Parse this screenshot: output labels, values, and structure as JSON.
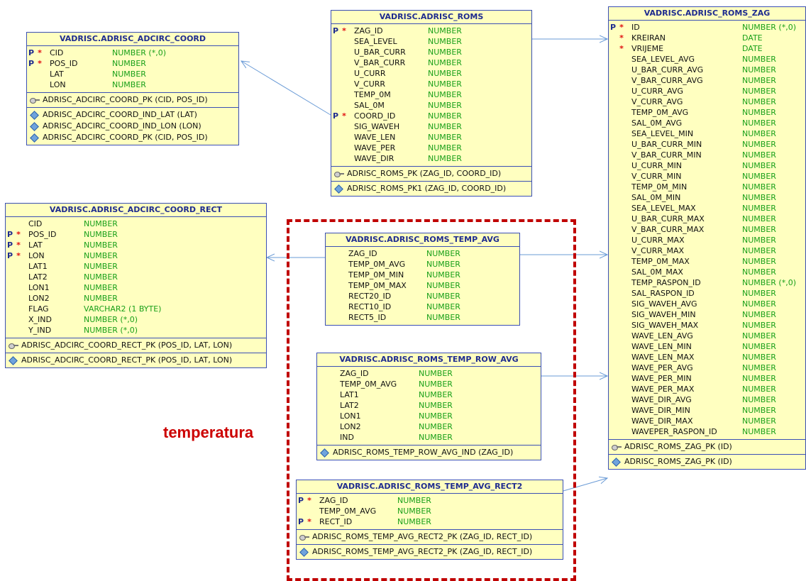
{
  "annotation": {
    "label": "temperatura"
  },
  "tables": [
    {
      "title": "VADRISC.ADRISC_ADCIRC_COORD",
      "columns": [
        {
          "pk": "P",
          "nn": "*",
          "name": "CID",
          "type": "NUMBER (*,0)"
        },
        {
          "pk": "P",
          "nn": "*",
          "name": "POS_ID",
          "type": "NUMBER"
        },
        {
          "pk": "",
          "nn": "",
          "name": "LAT",
          "type": "NUMBER"
        },
        {
          "pk": "",
          "nn": "",
          "name": "LON",
          "type": "NUMBER"
        }
      ],
      "keys": [
        "ADRISC_ADCIRC_COORD_PK (CID, POS_ID)"
      ],
      "indexes": [
        "ADRISC_ADCIRC_COORD_IND_LAT (LAT)",
        "ADRISC_ADCIRC_COORD_IND_LON (LON)",
        "ADRISC_ADCIRC_COORD_PK (CID, POS_ID)"
      ]
    },
    {
      "title": "VADRISC.ADRISC_ROMS",
      "columns": [
        {
          "pk": "P",
          "nn": "*",
          "name": "ZAG_ID",
          "type": "NUMBER"
        },
        {
          "pk": "",
          "nn": "",
          "name": "SEA_LEVEL",
          "type": "NUMBER"
        },
        {
          "pk": "",
          "nn": "",
          "name": "U_BAR_CURR",
          "type": "NUMBER"
        },
        {
          "pk": "",
          "nn": "",
          "name": "V_BAR_CURR",
          "type": "NUMBER"
        },
        {
          "pk": "",
          "nn": "",
          "name": "U_CURR",
          "type": "NUMBER"
        },
        {
          "pk": "",
          "nn": "",
          "name": "V_CURR",
          "type": "NUMBER"
        },
        {
          "pk": "",
          "nn": "",
          "name": "TEMP_0M",
          "type": "NUMBER"
        },
        {
          "pk": "",
          "nn": "",
          "name": "SAL_0M",
          "type": "NUMBER"
        },
        {
          "pk": "P",
          "nn": "*",
          "name": "COORD_ID",
          "type": "NUMBER"
        },
        {
          "pk": "",
          "nn": "",
          "name": "SIG_WAVEH",
          "type": "NUMBER"
        },
        {
          "pk": "",
          "nn": "",
          "name": "WAVE_LEN",
          "type": "NUMBER"
        },
        {
          "pk": "",
          "nn": "",
          "name": "WAVE_PER",
          "type": "NUMBER"
        },
        {
          "pk": "",
          "nn": "",
          "name": "WAVE_DIR",
          "type": "NUMBER"
        }
      ],
      "keys": [
        "ADRISC_ROMS_PK (ZAG_ID, COORD_ID)"
      ],
      "indexes": [
        "ADRISC_ROMS_PK1 (ZAG_ID, COORD_ID)"
      ]
    },
    {
      "title": "VADRISC.ADRISC_ROMS_ZAG",
      "columns": [
        {
          "pk": "P",
          "nn": "*",
          "name": "ID",
          "type": "NUMBER (*,0)"
        },
        {
          "pk": "",
          "nn": "*",
          "name": "KREIRAN",
          "type": "DATE"
        },
        {
          "pk": "",
          "nn": "*",
          "name": "VRIJEME",
          "type": "DATE"
        },
        {
          "pk": "",
          "nn": "",
          "name": "SEA_LEVEL_AVG",
          "type": "NUMBER"
        },
        {
          "pk": "",
          "nn": "",
          "name": "U_BAR_CURR_AVG",
          "type": "NUMBER"
        },
        {
          "pk": "",
          "nn": "",
          "name": "V_BAR_CURR_AVG",
          "type": "NUMBER"
        },
        {
          "pk": "",
          "nn": "",
          "name": "U_CURR_AVG",
          "type": "NUMBER"
        },
        {
          "pk": "",
          "nn": "",
          "name": "V_CURR_AVG",
          "type": "NUMBER"
        },
        {
          "pk": "",
          "nn": "",
          "name": "TEMP_0M_AVG",
          "type": "NUMBER"
        },
        {
          "pk": "",
          "nn": "",
          "name": "SAL_0M_AVG",
          "type": "NUMBER"
        },
        {
          "pk": "",
          "nn": "",
          "name": "SEA_LEVEL_MIN",
          "type": "NUMBER"
        },
        {
          "pk": "",
          "nn": "",
          "name": "U_BAR_CURR_MIN",
          "type": "NUMBER"
        },
        {
          "pk": "",
          "nn": "",
          "name": "V_BAR_CURR_MIN",
          "type": "NUMBER"
        },
        {
          "pk": "",
          "nn": "",
          "name": "U_CURR_MIN",
          "type": "NUMBER"
        },
        {
          "pk": "",
          "nn": "",
          "name": "V_CURR_MIN",
          "type": "NUMBER"
        },
        {
          "pk": "",
          "nn": "",
          "name": "TEMP_0M_MIN",
          "type": "NUMBER"
        },
        {
          "pk": "",
          "nn": "",
          "name": "SAL_0M_MIN",
          "type": "NUMBER"
        },
        {
          "pk": "",
          "nn": "",
          "name": "SEA_LEVEL_MAX",
          "type": "NUMBER"
        },
        {
          "pk": "",
          "nn": "",
          "name": "U_BAR_CURR_MAX",
          "type": "NUMBER"
        },
        {
          "pk": "",
          "nn": "",
          "name": "V_BAR_CURR_MAX",
          "type": "NUMBER"
        },
        {
          "pk": "",
          "nn": "",
          "name": "U_CURR_MAX",
          "type": "NUMBER"
        },
        {
          "pk": "",
          "nn": "",
          "name": "V_CURR_MAX",
          "type": "NUMBER"
        },
        {
          "pk": "",
          "nn": "",
          "name": "TEMP_0M_MAX",
          "type": "NUMBER"
        },
        {
          "pk": "",
          "nn": "",
          "name": "SAL_0M_MAX",
          "type": "NUMBER"
        },
        {
          "pk": "",
          "nn": "",
          "name": "TEMP_RASPON_ID",
          "type": "NUMBER (*,0)"
        },
        {
          "pk": "",
          "nn": "",
          "name": "SAL_RASPON_ID",
          "type": "NUMBER"
        },
        {
          "pk": "",
          "nn": "",
          "name": "SIG_WAVEH_AVG",
          "type": "NUMBER"
        },
        {
          "pk": "",
          "nn": "",
          "name": "SIG_WAVEH_MIN",
          "type": "NUMBER"
        },
        {
          "pk": "",
          "nn": "",
          "name": "SIG_WAVEH_MAX",
          "type": "NUMBER"
        },
        {
          "pk": "",
          "nn": "",
          "name": "WAVE_LEN_AVG",
          "type": "NUMBER"
        },
        {
          "pk": "",
          "nn": "",
          "name": "WAVE_LEN_MIN",
          "type": "NUMBER"
        },
        {
          "pk": "",
          "nn": "",
          "name": "WAVE_LEN_MAX",
          "type": "NUMBER"
        },
        {
          "pk": "",
          "nn": "",
          "name": "WAVE_PER_AVG",
          "type": "NUMBER"
        },
        {
          "pk": "",
          "nn": "",
          "name": "WAVE_PER_MIN",
          "type": "NUMBER"
        },
        {
          "pk": "",
          "nn": "",
          "name": "WAVE_PER_MAX",
          "type": "NUMBER"
        },
        {
          "pk": "",
          "nn": "",
          "name": "WAVE_DIR_AVG",
          "type": "NUMBER"
        },
        {
          "pk": "",
          "nn": "",
          "name": "WAVE_DIR_MIN",
          "type": "NUMBER"
        },
        {
          "pk": "",
          "nn": "",
          "name": "WAVE_DIR_MAX",
          "type": "NUMBER"
        },
        {
          "pk": "",
          "nn": "",
          "name": "WAVEPER_RASPON_ID",
          "type": "NUMBER"
        }
      ],
      "keys": [
        "ADRISC_ROMS_ZAG_PK (ID)"
      ],
      "indexes": [
        "ADRISC_ROMS_ZAG_PK (ID)"
      ]
    },
    {
      "title": "VADRISC.ADRISC_ADCIRC_COORD_RECT",
      "columns": [
        {
          "pk": "",
          "nn": "",
          "name": "CID",
          "type": "NUMBER"
        },
        {
          "pk": "P",
          "nn": "*",
          "name": "POS_ID",
          "type": "NUMBER"
        },
        {
          "pk": "P",
          "nn": "*",
          "name": "LAT",
          "type": "NUMBER"
        },
        {
          "pk": "P",
          "nn": "*",
          "name": "LON",
          "type": "NUMBER"
        },
        {
          "pk": "",
          "nn": "",
          "name": "LAT1",
          "type": "NUMBER"
        },
        {
          "pk": "",
          "nn": "",
          "name": "LAT2",
          "type": "NUMBER"
        },
        {
          "pk": "",
          "nn": "",
          "name": "LON1",
          "type": "NUMBER"
        },
        {
          "pk": "",
          "nn": "",
          "name": "LON2",
          "type": "NUMBER"
        },
        {
          "pk": "",
          "nn": "",
          "name": "FLAG",
          "type": "VARCHAR2 (1 BYTE)"
        },
        {
          "pk": "",
          "nn": "",
          "name": "X_IND",
          "type": "NUMBER (*,0)"
        },
        {
          "pk": "",
          "nn": "",
          "name": "Y_IND",
          "type": "NUMBER (*,0)"
        }
      ],
      "keys": [
        "ADRISC_ADCIRC_COORD_RECT_PK (POS_ID, LAT, LON)"
      ],
      "indexes": [
        "ADRISC_ADCIRC_COORD_RECT_PK (POS_ID, LAT, LON)"
      ]
    },
    {
      "title": "VADRISC.ADRISC_ROMS_TEMP_AVG",
      "columns": [
        {
          "pk": "",
          "nn": "",
          "name": "ZAG_ID",
          "type": "NUMBER"
        },
        {
          "pk": "",
          "nn": "",
          "name": "TEMP_0M_AVG",
          "type": "NUMBER"
        },
        {
          "pk": "",
          "nn": "",
          "name": "TEMP_0M_MIN",
          "type": "NUMBER"
        },
        {
          "pk": "",
          "nn": "",
          "name": "TEMP_0M_MAX",
          "type": "NUMBER"
        },
        {
          "pk": "",
          "nn": "",
          "name": "RECT20_ID",
          "type": "NUMBER"
        },
        {
          "pk": "",
          "nn": "",
          "name": "RECT10_ID",
          "type": "NUMBER"
        },
        {
          "pk": "",
          "nn": "",
          "name": "RECT5_ID",
          "type": "NUMBER"
        }
      ],
      "keys": [],
      "indexes": []
    },
    {
      "title": "VADRISC.ADRISC_ROMS_TEMP_ROW_AVG",
      "columns": [
        {
          "pk": "",
          "nn": "",
          "name": "ZAG_ID",
          "type": "NUMBER"
        },
        {
          "pk": "",
          "nn": "",
          "name": "TEMP_0M_AVG",
          "type": "NUMBER"
        },
        {
          "pk": "",
          "nn": "",
          "name": "LAT1",
          "type": "NUMBER"
        },
        {
          "pk": "",
          "nn": "",
          "name": "LAT2",
          "type": "NUMBER"
        },
        {
          "pk": "",
          "nn": "",
          "name": "LON1",
          "type": "NUMBER"
        },
        {
          "pk": "",
          "nn": "",
          "name": "LON2",
          "type": "NUMBER"
        },
        {
          "pk": "",
          "nn": "",
          "name": "IND",
          "type": "NUMBER"
        }
      ],
      "keys": [],
      "indexes": [
        "ADRISC_ROMS_TEMP_ROW_AVG_IND (ZAG_ID)"
      ]
    },
    {
      "title": "VADRISC.ADRISC_ROMS_TEMP_AVG_RECT2",
      "columns": [
        {
          "pk": "P",
          "nn": "*",
          "name": "ZAG_ID",
          "type": "NUMBER"
        },
        {
          "pk": "",
          "nn": "",
          "name": "TEMP_0M_AVG",
          "type": "NUMBER"
        },
        {
          "pk": "P",
          "nn": "*",
          "name": "RECT_ID",
          "type": "NUMBER"
        }
      ],
      "keys": [
        "ADRISC_ROMS_TEMP_AVG_RECT2_PK (ZAG_ID, RECT_ID)"
      ],
      "indexes": [
        "ADRISC_ROMS_TEMP_AVG_RECT2_PK (ZAG_ID, RECT_ID)"
      ]
    }
  ]
}
